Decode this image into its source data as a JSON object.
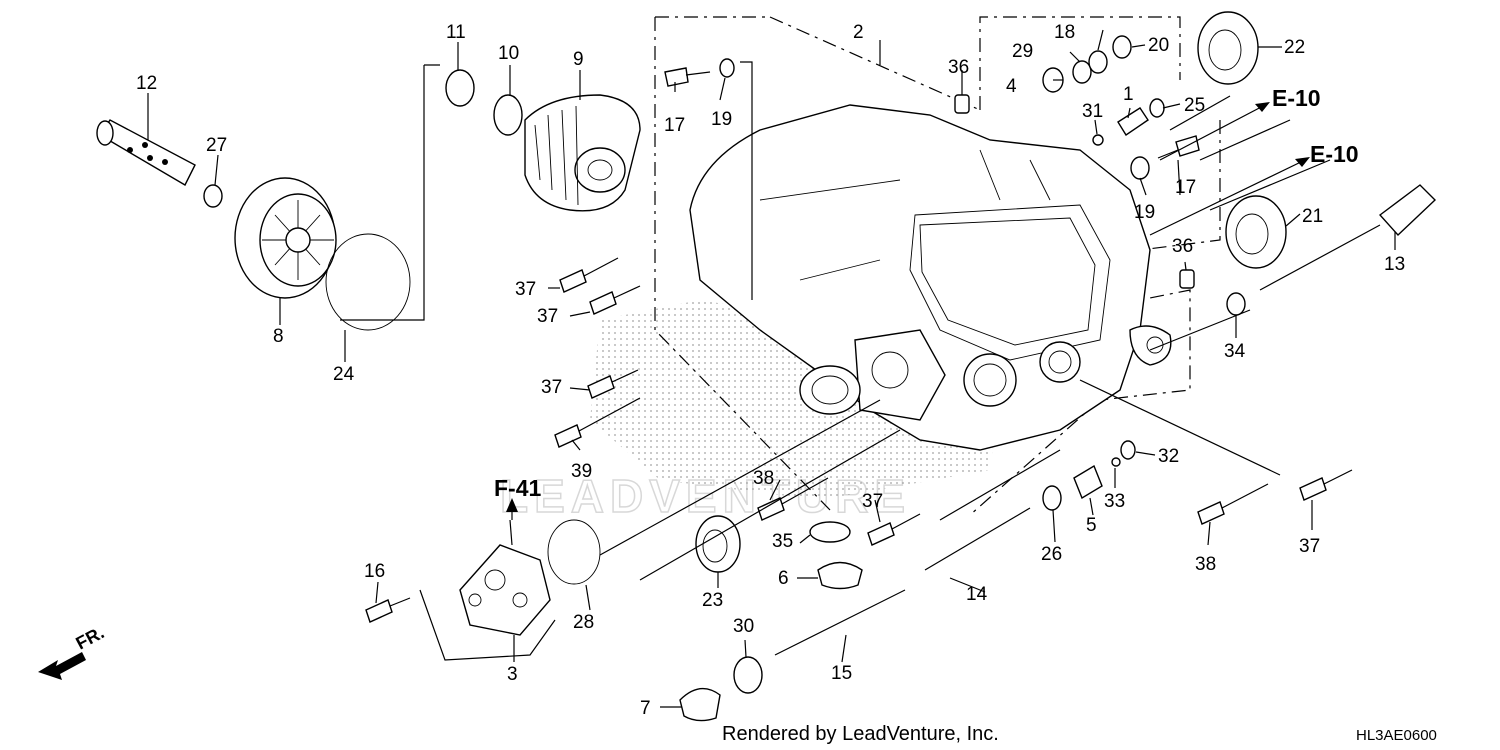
{
  "labels": {
    "p1": "1",
    "p2": "2",
    "p3": "3",
    "p4": "4",
    "p5": "5",
    "p6": "6",
    "p7": "7",
    "p8": "8",
    "p9": "9",
    "p10": "10",
    "p11": "11",
    "p12": "12",
    "p13": "13",
    "p14": "14",
    "p15": "15",
    "p16": "16",
    "p17": "17",
    "p18": "18",
    "p19": "19",
    "p20": "20",
    "p21": "21",
    "p22": "22",
    "p23": "23",
    "p24": "24",
    "p25": "25",
    "p26": "26",
    "p27": "27",
    "p28": "28",
    "p29": "29",
    "p30": "30",
    "p31": "31",
    "p32": "32",
    "p33": "33",
    "p34": "34",
    "p35": "35",
    "p36": "36",
    "p37": "37",
    "p38": "38",
    "p39": "39"
  },
  "refs": {
    "e10": "E-10",
    "f41": "F-41"
  },
  "direction": "FR.",
  "watermark": "LEADVENTURE",
  "footer": "Rendered by LeadVenture, Inc.",
  "diagram_code": "HL3AE0600"
}
